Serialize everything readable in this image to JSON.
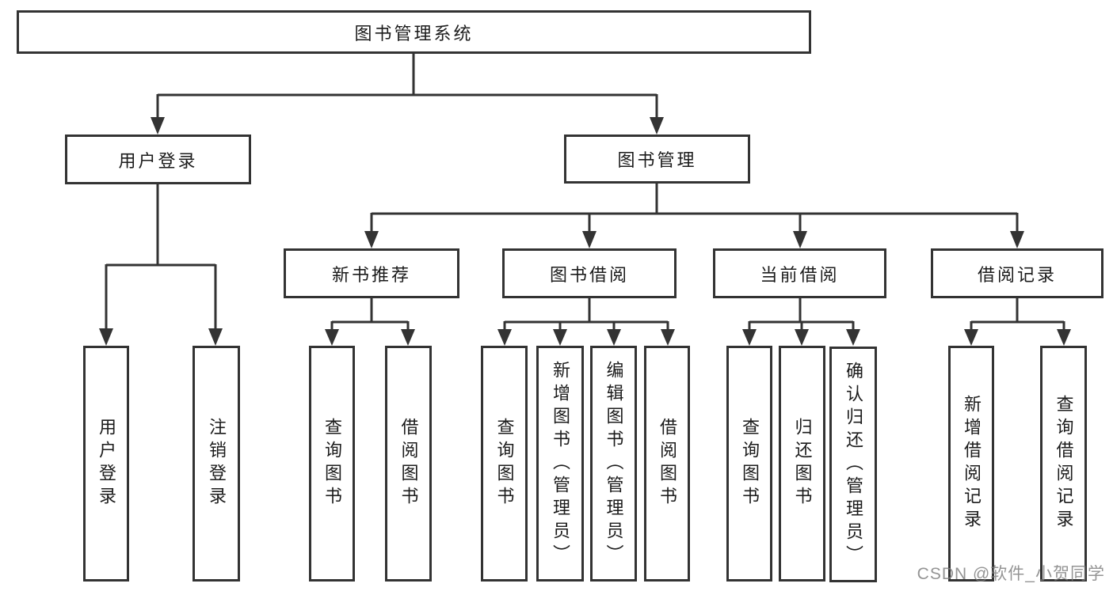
{
  "diagram": {
    "root": {
      "label": "图书管理系统"
    },
    "branches": [
      {
        "label": "用户登录",
        "children": [
          {
            "label": "用户登录"
          },
          {
            "label": "注销登录"
          }
        ]
      },
      {
        "label": "图书管理",
        "children": [
          {
            "label": "新书推荐",
            "children": [
              {
                "label": "查询图书"
              },
              {
                "label": "借阅图书"
              }
            ]
          },
          {
            "label": "图书借阅",
            "children": [
              {
                "label": "查询图书"
              },
              {
                "label": "新增图书（管理员）"
              },
              {
                "label": "编辑图书（管理员）"
              },
              {
                "label": "借阅图书"
              }
            ]
          },
          {
            "label": "当前借阅",
            "children": [
              {
                "label": "查询图书"
              },
              {
                "label": "归还图书"
              },
              {
                "label": "确认归还（管理员）"
              }
            ]
          },
          {
            "label": "借阅记录",
            "children": [
              {
                "label": "新增借阅记录"
              },
              {
                "label": "查询借阅记录"
              }
            ]
          }
        ]
      }
    ],
    "line_color": "#333333"
  },
  "watermark": {
    "text": "CSDN @软件_小贺同学"
  }
}
